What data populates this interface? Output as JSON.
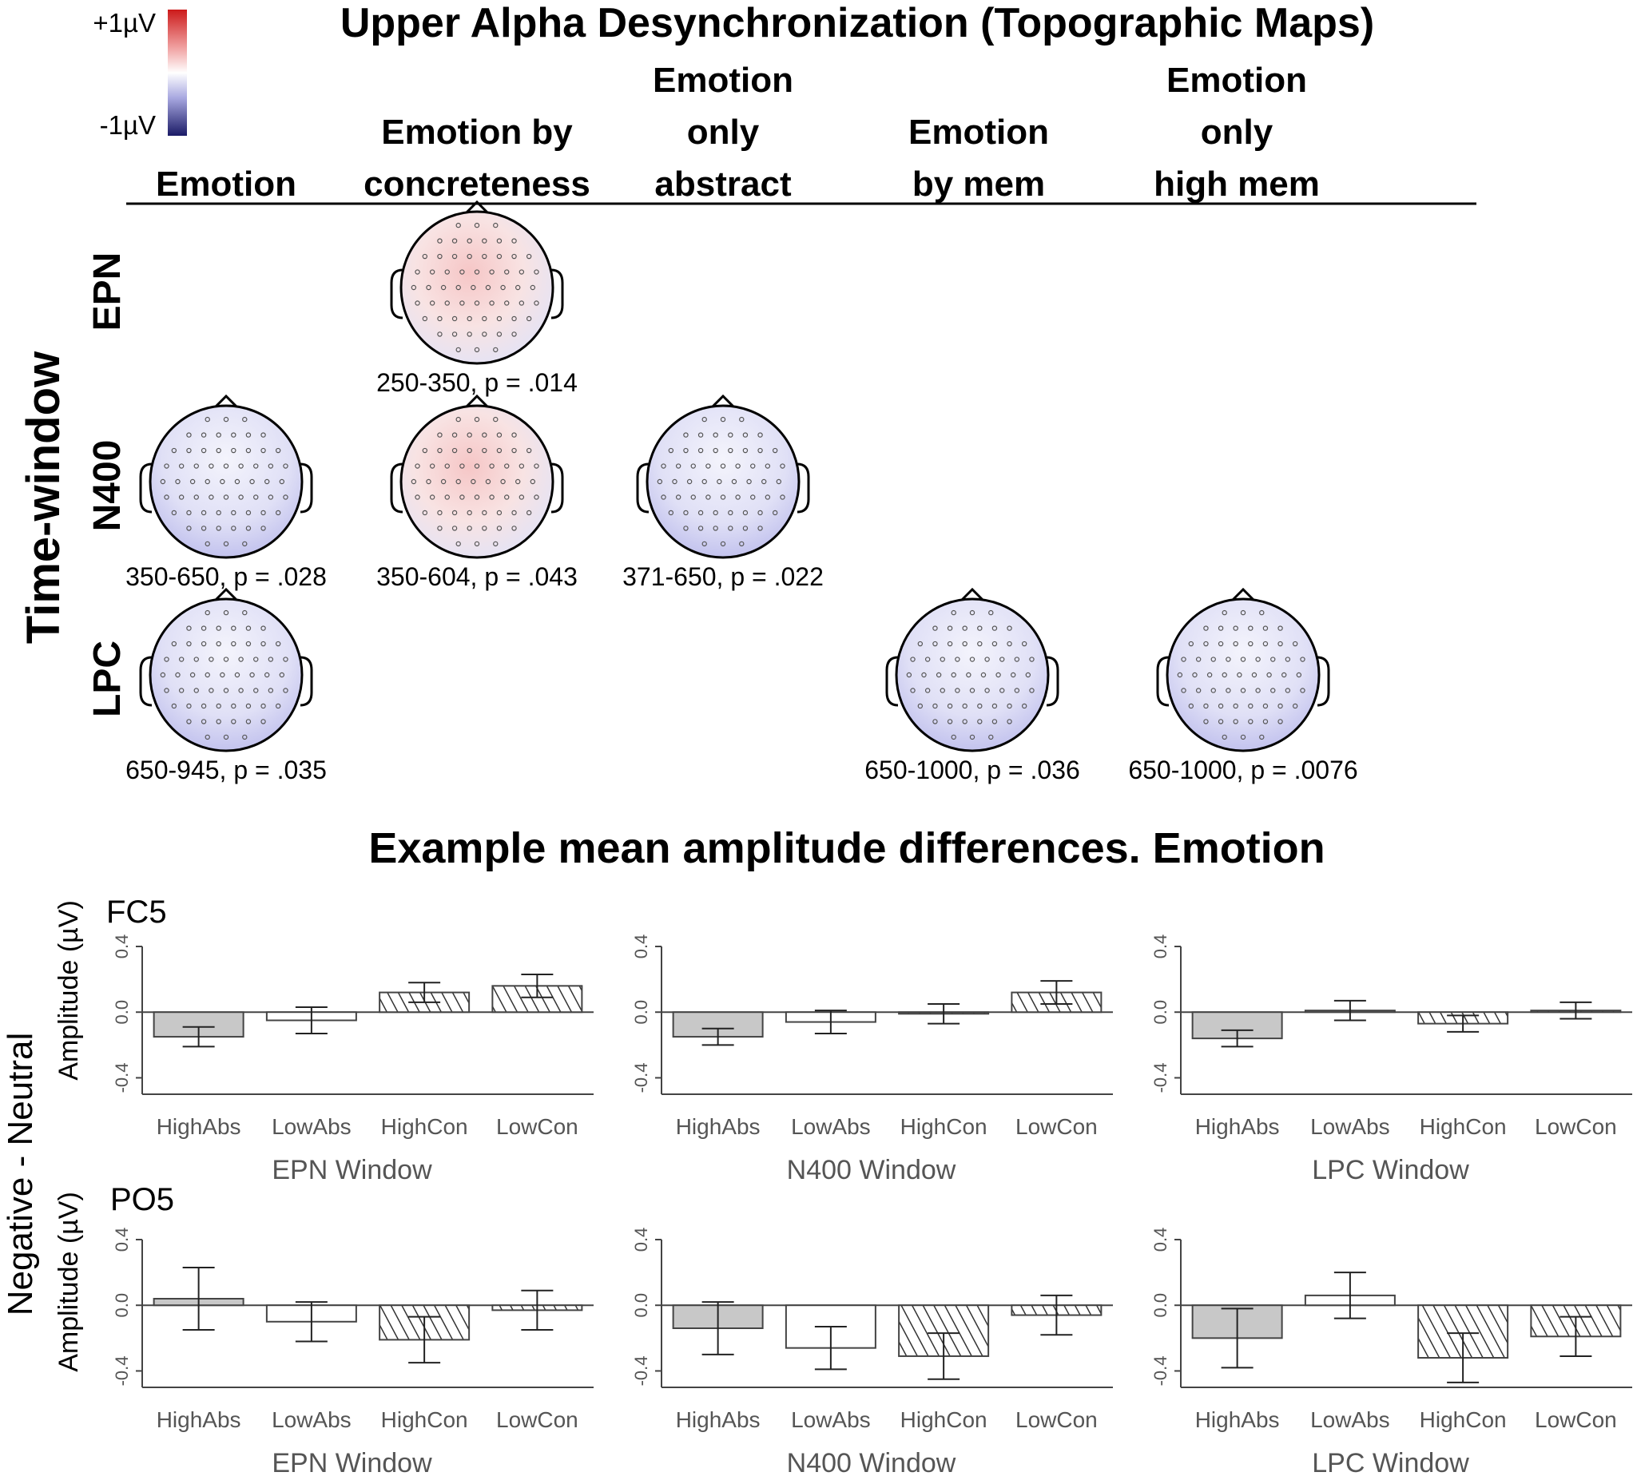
{
  "scale": {
    "max_label": "+1µV",
    "min_label": "-1µV",
    "max_color": "#cc1a1a",
    "min_color": "#1a1a66"
  },
  "topo": {
    "title": "Upper Alpha Desynchronization (Topographic Maps)",
    "row_axis_label": "Time-window",
    "columns": [
      {
        "lines": [
          "Emotion"
        ]
      },
      {
        "lines": [
          "Emotion by",
          "concreteness"
        ]
      },
      {
        "lines": [
          "Emotion",
          "only",
          "abstract"
        ]
      },
      {
        "lines": [
          "Emotion",
          "by mem"
        ]
      },
      {
        "lines": [
          "Emotion",
          "only",
          "high mem"
        ]
      }
    ],
    "rows": [
      "EPN",
      "N400",
      "LPC"
    ],
    "maps": [
      {
        "row": 0,
        "col": 1,
        "caption": "250-350, p = .014",
        "tint": "red"
      },
      {
        "row": 1,
        "col": 0,
        "caption": "350-650, p = .028",
        "tint": "blue"
      },
      {
        "row": 1,
        "col": 1,
        "caption": "350-604, p = .043",
        "tint": "red"
      },
      {
        "row": 1,
        "col": 2,
        "caption": "371-650, p = .022",
        "tint": "blue"
      },
      {
        "row": 2,
        "col": 0,
        "caption": "650-945, p = .035",
        "tint": "blue"
      },
      {
        "row": 2,
        "col": 3,
        "caption": "650-1000, p = .036",
        "tint": "blue"
      },
      {
        "row": 2,
        "col": 4,
        "caption": "650-1000, p = .0076",
        "tint": "blue"
      }
    ]
  },
  "bars": {
    "section_title": "Example mean amplitude differences. Emotion",
    "side_label": "Negative - Neutral",
    "amp_label": "Amplitude (µV)",
    "electrodes": [
      "FC5",
      "PO5"
    ]
  },
  "chart_data": [
    {
      "type": "bar",
      "title": "",
      "electrode": "FC5",
      "xlabel": "EPN Window",
      "ylabel": "Amplitude (µV)",
      "categories": [
        "HighAbs",
        "LowAbs",
        "HighCon",
        "LowCon"
      ],
      "values": [
        -0.15,
        -0.05,
        0.12,
        0.16
      ],
      "errors": [
        0.06,
        0.08,
        0.06,
        0.07
      ],
      "ylim": [
        -0.5,
        0.4
      ],
      "yticks": [
        "0.4",
        "0.0",
        "-0.4"
      ],
      "yticks_v": [
        0.4,
        0.0,
        -0.4
      ]
    },
    {
      "type": "bar",
      "title": "",
      "electrode": "FC5",
      "xlabel": "N400 Window",
      "ylabel": "",
      "categories": [
        "HighAbs",
        "LowAbs",
        "HighCon",
        "LowCon"
      ],
      "values": [
        -0.15,
        -0.06,
        -0.01,
        0.12
      ],
      "errors": [
        0.05,
        0.07,
        0.06,
        0.07
      ],
      "ylim": [
        -0.5,
        0.4
      ],
      "yticks": [
        "0.4",
        "0.0",
        "-0.4"
      ],
      "yticks_v": [
        0.4,
        0.0,
        -0.4
      ]
    },
    {
      "type": "bar",
      "title": "",
      "electrode": "FC5",
      "xlabel": "LPC Window",
      "ylabel": "",
      "categories": [
        "HighAbs",
        "LowAbs",
        "HighCon",
        "LowCon"
      ],
      "values": [
        -0.16,
        0.01,
        -0.07,
        0.01
      ],
      "errors": [
        0.05,
        0.06,
        0.05,
        0.05
      ],
      "ylim": [
        -0.5,
        0.4
      ],
      "yticks": [
        "0.4",
        "0.0",
        "-0.4"
      ],
      "yticks_v": [
        0.4,
        0.0,
        -0.4
      ]
    },
    {
      "type": "bar",
      "title": "",
      "electrode": "PO5",
      "xlabel": "EPN Window",
      "ylabel": "Amplitude (µV)",
      "categories": [
        "HighAbs",
        "LowAbs",
        "HighCon",
        "LowCon"
      ],
      "values": [
        0.04,
        -0.1,
        -0.21,
        -0.03
      ],
      "errors": [
        0.19,
        0.12,
        0.14,
        0.12
      ],
      "ylim": [
        -0.5,
        0.4
      ],
      "yticks": [
        "0.4",
        "0.0",
        "-0.4"
      ],
      "yticks_v": [
        0.4,
        0.0,
        -0.4
      ]
    },
    {
      "type": "bar",
      "title": "",
      "electrode": "PO5",
      "xlabel": "N400 Window",
      "ylabel": "",
      "categories": [
        "HighAbs",
        "LowAbs",
        "HighCon",
        "LowCon"
      ],
      "values": [
        -0.14,
        -0.26,
        -0.31,
        -0.06
      ],
      "errors": [
        0.16,
        0.13,
        0.14,
        0.12
      ],
      "ylim": [
        -0.5,
        0.4
      ],
      "yticks": [
        "0.4",
        "0.0",
        "-0.4"
      ],
      "yticks_v": [
        0.4,
        0.0,
        -0.4
      ]
    },
    {
      "type": "bar",
      "title": "",
      "electrode": "PO5",
      "xlabel": "LPC Window",
      "ylabel": "",
      "categories": [
        "HighAbs",
        "LowAbs",
        "HighCon",
        "LowCon"
      ],
      "values": [
        -0.2,
        0.06,
        -0.32,
        -0.19
      ],
      "errors": [
        0.18,
        0.14,
        0.15,
        0.12
      ],
      "ylim": [
        -0.5,
        0.4
      ],
      "yticks": [
        "0.4",
        "0.0",
        "-0.4"
      ],
      "yticks_v": [
        0.4,
        0.0,
        -0.4
      ]
    }
  ]
}
